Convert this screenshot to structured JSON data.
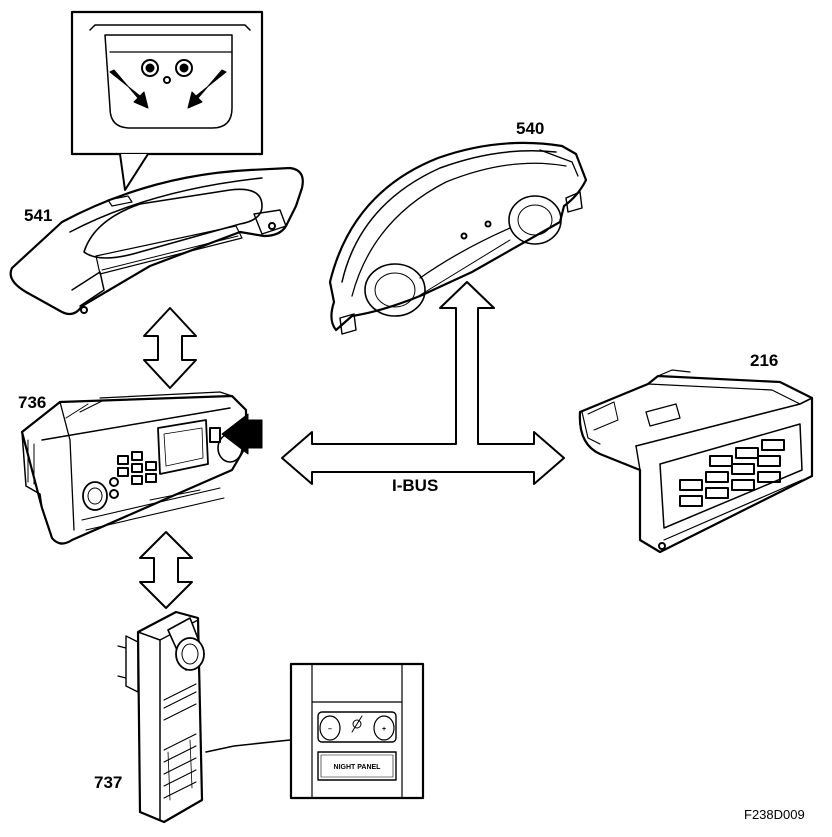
{
  "components": {
    "c541": {
      "label": "541"
    },
    "c540": {
      "label": "540"
    },
    "c736": {
      "label": "736"
    },
    "c216": {
      "label": "216"
    },
    "c737": {
      "label": "737"
    }
  },
  "bus": {
    "label": "I-BUS"
  },
  "night_panel": {
    "minus": "–",
    "plus": "+",
    "button_label": "NIGHT PANEL"
  },
  "figure_code": "F238D009",
  "colors": {
    "ink": "#000000",
    "background": "#ffffff",
    "shade": "#d8d8d8"
  }
}
